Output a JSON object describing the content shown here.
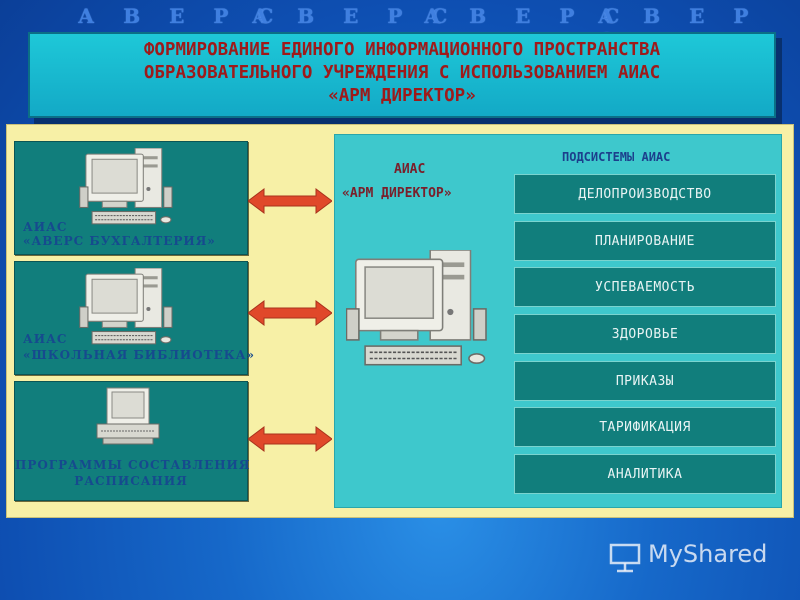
{
  "brand_repeats": [
    "А В Е Р С",
    "А В Е Р С",
    "А В Е Р С",
    "А В Е Р С"
  ],
  "title_lines": [
    "ФОРМИРОВАНИЕ ЕДИНОГО ИНФОРМАЦИОННОГО ПРОСТРАНСТВА",
    "ОБРАЗОВАТЕЛЬНОГО УЧРЕЖДЕНИЯ С ИСПОЛЬЗОВАНИЕМ АИАС",
    "«АРМ ДИРЕКТОР»"
  ],
  "left_systems": [
    {
      "line1": "АИАС",
      "line2": "«АВЕРС БУХГАЛТЕРИЯ»"
    },
    {
      "line1": "АИАС",
      "line2": "«ШКОЛЬНАЯ БИБЛИОТЕКА»"
    },
    {
      "line1": "ПРОГРАММЫ СОСТАВЛЕНИЯ",
      "line2": "РАСПИСАНИЯ"
    }
  ],
  "center_system": {
    "line1": "АИАС",
    "line2": "«АРМ ДИРЕКТОР»"
  },
  "subsystems_title": "ПОДСИСТЕМЫ АИАС",
  "subsystems": [
    "ДЕЛОПРОИЗВОДСТВО",
    "ПЛАНИРОВАНИЕ",
    "УСПЕВАЕМОСТЬ",
    "ЗДОРОВЬЕ",
    "ПРИКАЗЫ",
    "ТАРИФИКАЦИЯ",
    "АНАЛИТИКА"
  ],
  "watermark": "MyShared",
  "colors": {
    "arrow": "#e0482a",
    "title_text": "#9e1a1a",
    "box_teal": "#117e7c",
    "panel_yellow": "#f7f0a6"
  }
}
